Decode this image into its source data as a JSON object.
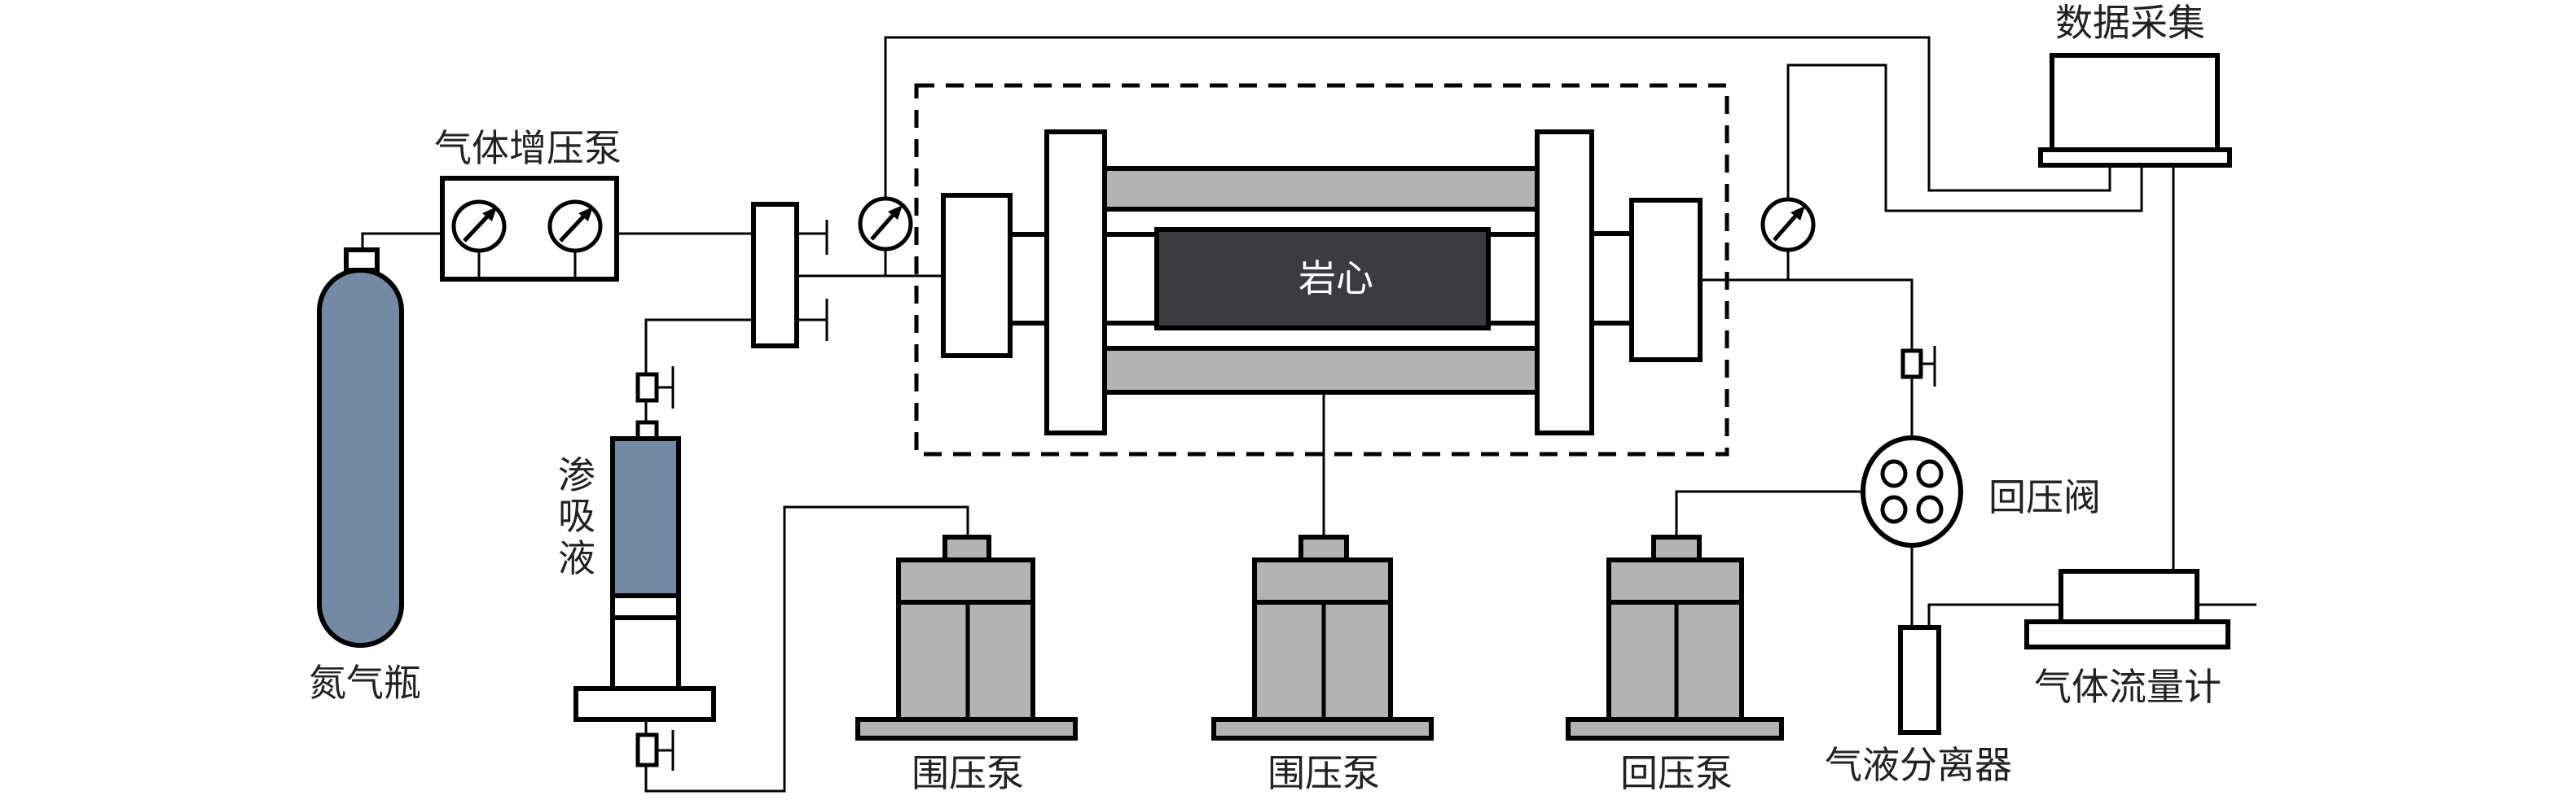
{
  "labels": {
    "nitrogen_cylinder": "氮气瓶",
    "gas_booster_pump": "气体增压泵",
    "imbibition_liquid": [
      "渗",
      "吸",
      "液"
    ],
    "rock_core": "岩心",
    "confining_pump_1": "围压泵",
    "confining_pump_2": "围压泵",
    "back_pressure_pump": "回压泵",
    "back_pressure_valve": "回压阀",
    "gas_liquid_separator": "气液分离器",
    "gas_flowmeter": "气体流量计",
    "data_acquisition": "数据采集"
  },
  "colors": {
    "cylinder": "#7389a4",
    "pump": "#b3b3b3",
    "core": "#3b3b40"
  }
}
